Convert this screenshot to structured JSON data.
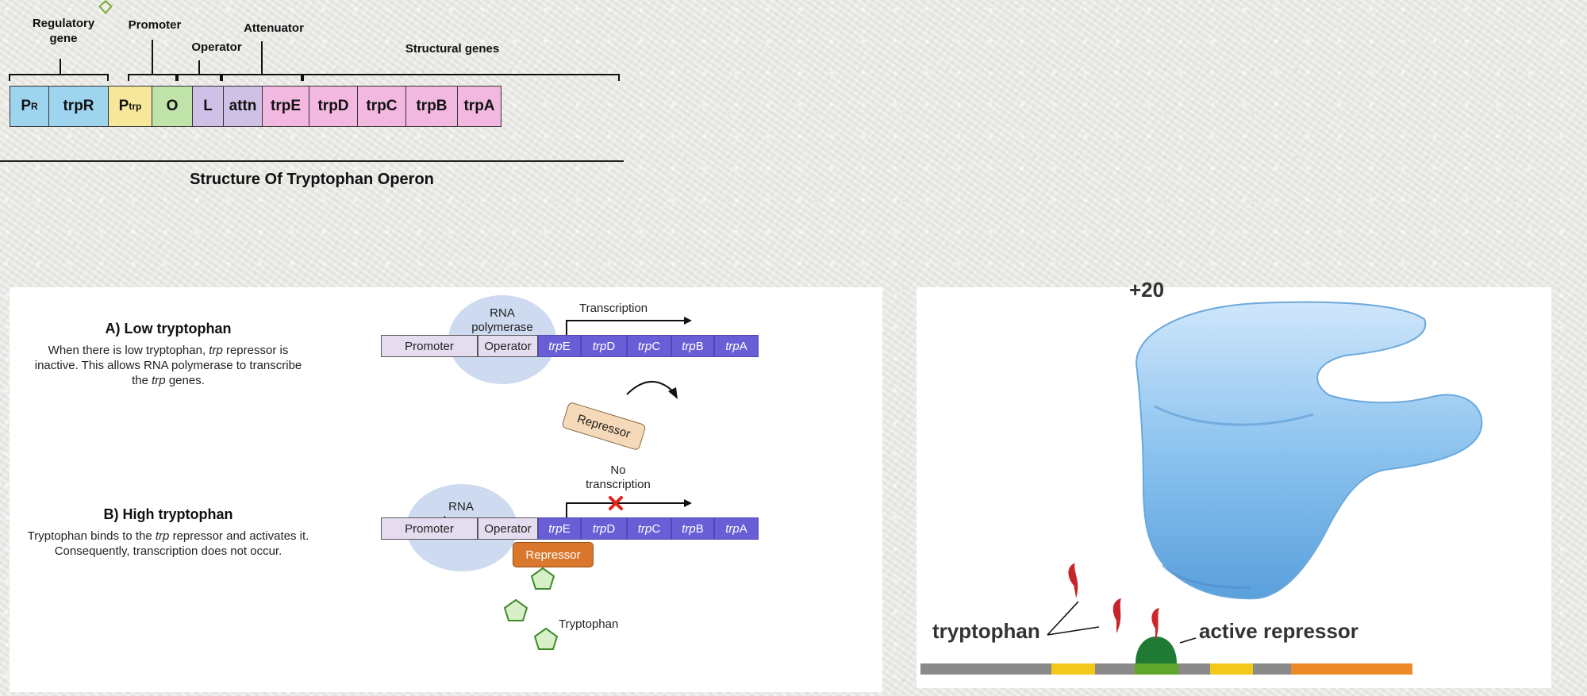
{
  "operon_diagram": {
    "bracket_labels": {
      "regulatory_gene": "Regulatory\ngene",
      "promoter": "Promoter",
      "operator": "Operator",
      "attenuator": "Attenuator",
      "structural_genes": "Structural genes"
    },
    "genes": [
      {
        "main": "P",
        "sub": "R",
        "color": "#9fd4ef"
      },
      {
        "main": "trpR",
        "sub": "",
        "color": "#9fd4ef"
      },
      {
        "main": "P",
        "sub": "trp",
        "color": "#f7e79a"
      },
      {
        "main": "O",
        "sub": "",
        "color": "#bfe3a8"
      },
      {
        "main": "L",
        "sub": "",
        "color": "#cfc0e6"
      },
      {
        "main": "attn",
        "sub": "",
        "color": "#cfc0e6"
      },
      {
        "main": "trpE",
        "sub": "",
        "color": "#f3b8e0"
      },
      {
        "main": "trpD",
        "sub": "",
        "color": "#f3b8e0"
      },
      {
        "main": "trpC",
        "sub": "",
        "color": "#f3b8e0"
      },
      {
        "main": "trpB",
        "sub": "",
        "color": "#f3b8e0"
      },
      {
        "main": "trpA",
        "sub": "",
        "color": "#f3b8e0"
      }
    ],
    "caption": "Structure Of Tryptophan Operon"
  },
  "regulation": {
    "low": {
      "title": "A) Low tryptophan",
      "desc_parts": [
        "When there is low tryptophan, ",
        "trp",
        " repressor is inactive. This allows RNA polymerase to transcribe the ",
        "trp",
        " genes."
      ],
      "polymerase": "RNA\npolymerase",
      "transcription": "Transcription",
      "repressor": "Repressor"
    },
    "high": {
      "title": "B) High tryptophan",
      "desc_parts": [
        "Tryptophan binds to the ",
        "trp",
        " repressor and activates it. Consequently, transcription does not occur."
      ],
      "polymerase": "RNA\npolymerase",
      "no_transcription": "No\ntranscription",
      "repressor": "Repressor",
      "tryptophan": "Tryptophan"
    },
    "track": {
      "promoter": "Promoter",
      "operator": "Operator",
      "genes": [
        {
          "italic": "trp",
          "letter": "E"
        },
        {
          "italic": "trp",
          "letter": "D"
        },
        {
          "italic": "trp",
          "letter": "C"
        },
        {
          "italic": "trp",
          "letter": "B"
        },
        {
          "italic": "trp",
          "letter": "A"
        }
      ]
    }
  },
  "repressor_panel": {
    "top_fragment": "+20",
    "tryptophan": "tryptophan",
    "active_repressor": "active repressor"
  }
}
